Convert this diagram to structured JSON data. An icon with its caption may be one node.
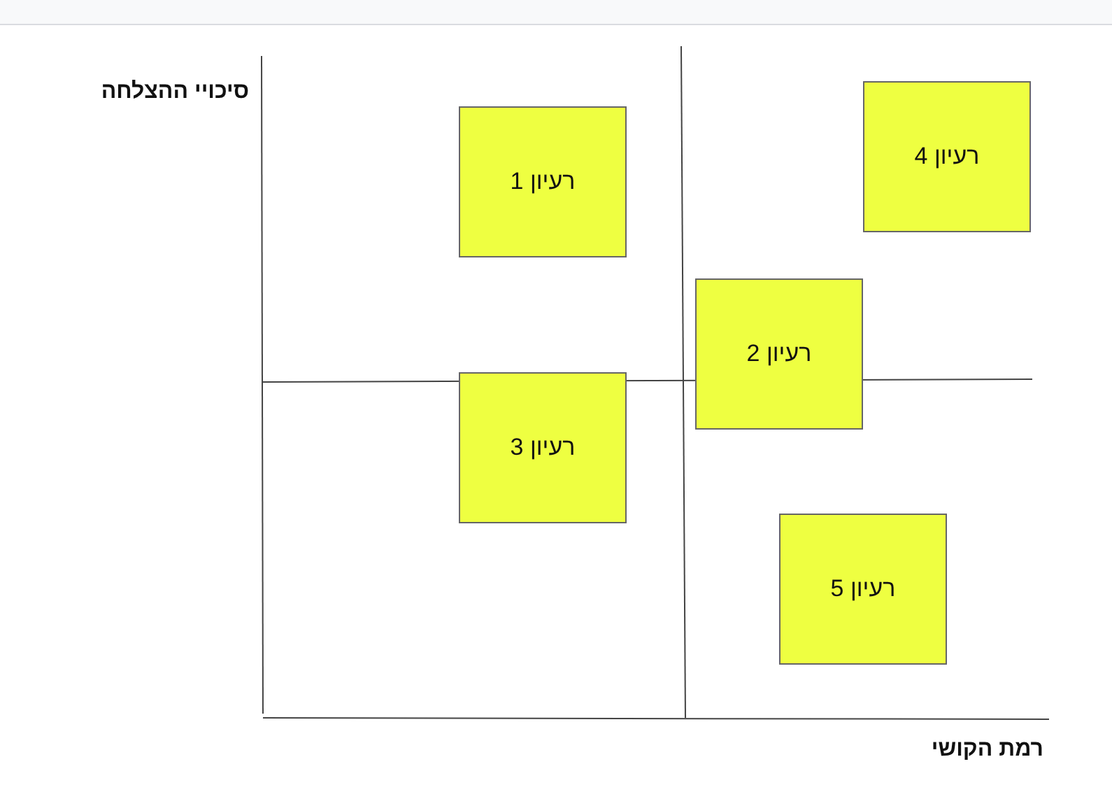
{
  "diagram": {
    "nodes": [
      {
        "text": [
          "רעיון 1"
        ]
      },
      {
        "text": [
          "רעיון 2"
        ]
      },
      {
        "text": [
          "רעיון 3"
        ]
      },
      {
        "text": [
          "רעיון 4"
        ]
      },
      {
        "text": [
          "רעיון 5"
        ]
      }
    ],
    "edges": [],
    "labels": [
      "סיכויי ההצלחה",
      "רמת הקושי"
    ]
  }
}
